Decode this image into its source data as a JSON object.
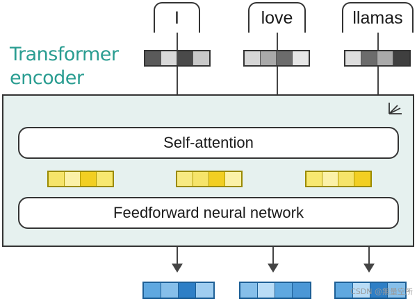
{
  "title": {
    "line1": "Transformer",
    "line2": "encoder"
  },
  "tokens": [
    "I",
    "love",
    "llamas"
  ],
  "layers": {
    "self_attention": "Self-attention",
    "feedforward": "Feedforward neural network"
  },
  "watermark": "CSDN @無量空所",
  "colors": {
    "title": "#2a9d91",
    "encoder_bg": "#e6f1ef",
    "embedding_cells": [
      [
        "#5a5a5a",
        "#d9d9d9",
        "#4a4a4a",
        "#c9c9c9"
      ],
      [
        "#d6d6d6",
        "#a9a9a9",
        "#6c6c6c",
        "#e6e6e6"
      ],
      [
        "#dedede",
        "#6c6c6c",
        "#aaaaaa",
        "#3f3f3f"
      ]
    ],
    "attention_cells": [
      [
        "#f6e46a",
        "#fbf1a8",
        "#f2cf22",
        "#f8e870"
      ],
      [
        "#f8ea82",
        "#f6e46a",
        "#f2cf22",
        "#fbf1a8"
      ],
      [
        "#f8e870",
        "#fbf1a8",
        "#f6e46a",
        "#f2cf22"
      ]
    ],
    "output_cells": [
      [
        "#5fa8e0",
        "#86bfea",
        "#2e7fc6",
        "#9fcdf0"
      ],
      [
        "#86bfea",
        "#b9dcf6",
        "#5fa8e0",
        "#4b97d6"
      ],
      [
        "#5fa8e0",
        "#b9dcf6",
        "#2e7fc6",
        "#86bfea"
      ]
    ]
  }
}
